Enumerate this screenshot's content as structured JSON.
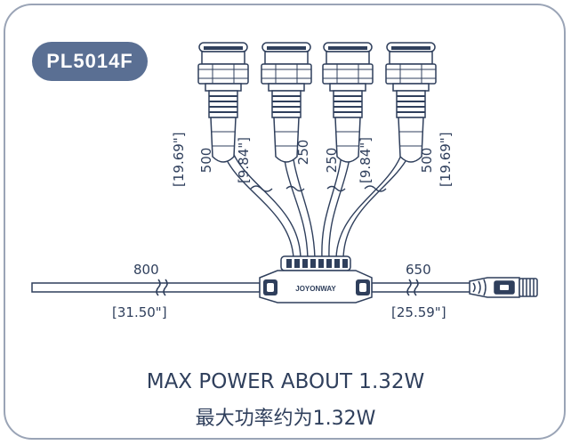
{
  "model": "PL5014F",
  "branches": [
    {
      "mm": "500",
      "inch": "[19.69\"]"
    },
    {
      "mm": "250",
      "inch": "[9.84\"]"
    },
    {
      "mm": "250",
      "inch": "[9.84\"]"
    },
    {
      "mm": "500",
      "inch": "[19.69\"]"
    }
  ],
  "left_cable": {
    "mm": "800",
    "inch": "[31.50\"]"
  },
  "right_cable": {
    "mm": "650",
    "inch": "[25.59\"]"
  },
  "hub_brand": "JOYONWAY",
  "caption_en": "MAX POWER ABOUT 1.32W",
  "caption_cn": "最大功率约为1.32W",
  "colors": {
    "line": "#2f3f5c",
    "badge": "#5a6f93",
    "frame": "#9aa4b6"
  }
}
